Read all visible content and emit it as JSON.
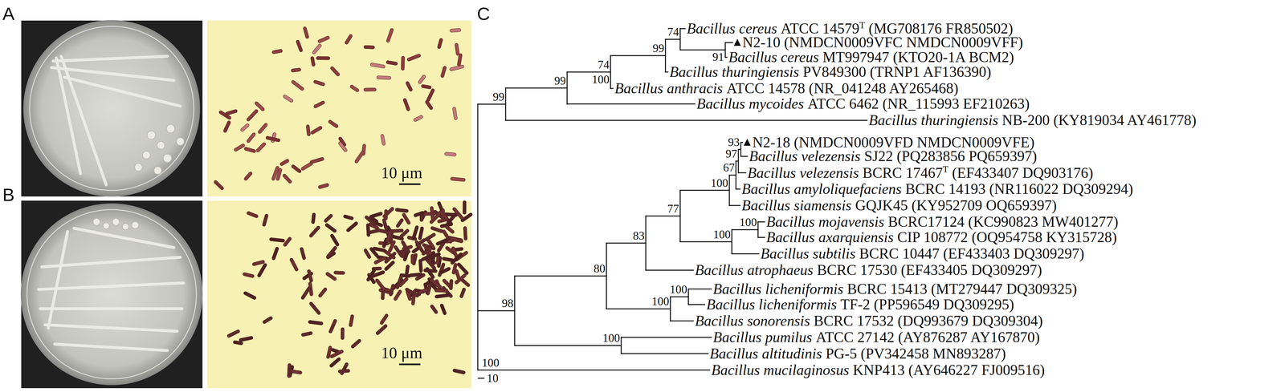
{
  "diagram": {
    "labels": [
      "A",
      "B",
      "C",
      "10 μm",
      "10 μm",
      "Bacillus cereus",
      "ATCC 14579",
      "T",
      "(MG708176 FR850502)",
      "N2-10 (NMDCN0009VFC NMDCN0009VFF)",
      "Bacillus cereus",
      "MT997947 (KTO20-1A BCM2)",
      "Bacillus thuringiensis",
      "PV849300 (TRNP1 AF136390)",
      "Bacillus anthracis",
      "ATCC 14578 (NR_041248 AY265468)",
      "Bacillus mycoides",
      "ATCC 6462 (NR_115993 EF210263)",
      "Bacillus thuringiensis",
      "NB-200 (KY819034 AY461778)",
      "N2-18 (NMDCN0009VFD NMDCN0009VFE)",
      "Bacillus velezensis",
      "SJ22 (PQ283856 PQ659397)",
      "Bacillus velezensis",
      "BCRC 17467",
      "T",
      "(EF433407 DQ903176)",
      "Bacillus amyloliquefaciens",
      "BCRC 14193 (NR116022 DQ309294)",
      "Bacillus siamensis",
      "GQJK45 (KY952709 OQ659397)",
      "Bacillus mojavensis",
      "BCRC17124 (KC990823 MW401277)",
      "Bacillus axarquiensis",
      "CIP 108772 (OQ954758 KY315728)",
      "Bacillus subtilis",
      "BCRC 10447 (EF433403 DQ309297)",
      "Bacillus atrophaeus",
      "BCRC 17530 (EF433405 DQ309297)",
      "Bacillus licheniformis",
      "BCRC 15413 (MT279447 DQ309325)",
      "Bacillus licheniformis",
      "TF-2 (PP596549 DQ309295)",
      "Bacillus sonorensis",
      "BCRC 17532 (DQ993679 DQ309304)",
      "Bacillus pumilus",
      "ATCC 27142 (AY876287 AY167870)",
      "Bacillus altitudinis",
      "PG-5 (PV342458 MN893287)",
      "Bacillus mucilaginosus",
      "KNP413 (AY646227 FJ009516)",
      "74",
      "99",
      "74",
      "91",
      "99",
      "99",
      "100",
      "93",
      "97",
      "67",
      "100",
      "77",
      "83",
      "100",
      "100",
      "80",
      "100",
      "100",
      "98",
      "100",
      "100",
      "10"
    ]
  }
}
